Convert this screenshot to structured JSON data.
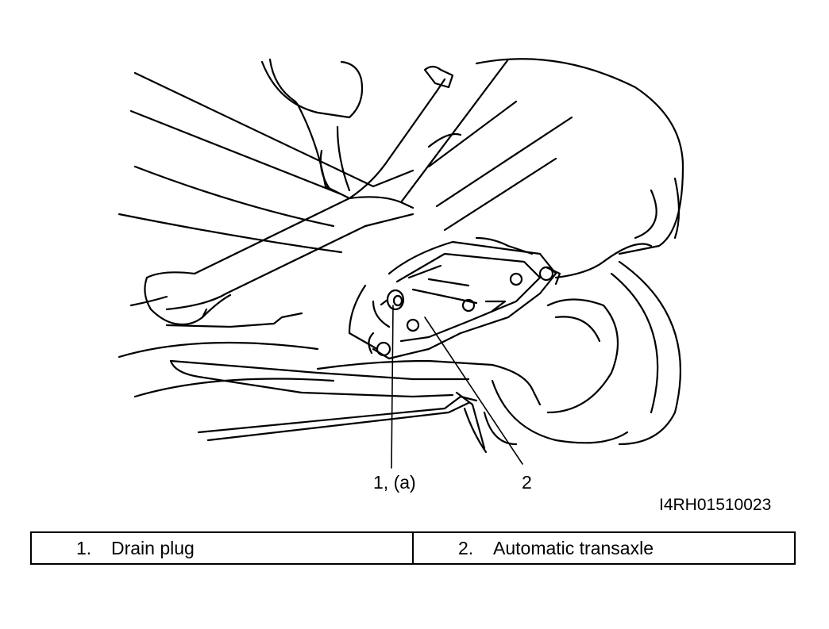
{
  "diagram": {
    "callouts": [
      {
        "id": "1",
        "text": "1, (a)"
      },
      {
        "id": "2",
        "text": "2"
      }
    ],
    "reference_code": "I4RH01510023"
  },
  "legend": {
    "items": [
      {
        "number": "1.",
        "label": "Drain plug"
      },
      {
        "number": "2.",
        "label": "Automatic transaxle"
      }
    ]
  }
}
